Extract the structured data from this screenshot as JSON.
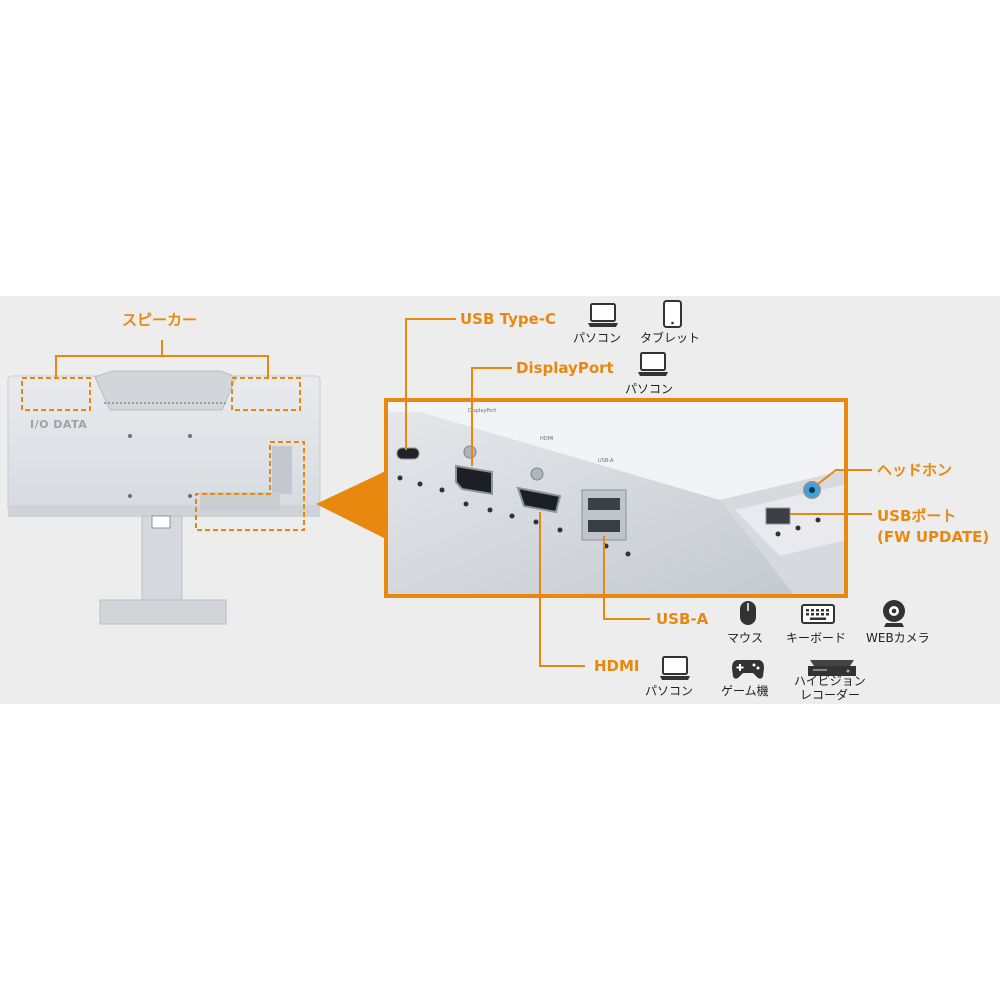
{
  "brand": "I/O DATA",
  "colors": {
    "accent": "#e8880f",
    "band": "#ededed",
    "monitor": "#dcdfe3",
    "port_panel": "#c9ced4"
  },
  "callouts": {
    "speaker": "スピーカー",
    "usb_type_c": "USB Type-C",
    "displayport": "DisplayPort",
    "hdmi": "HDMI",
    "usb_a": "USB-A",
    "headphone": "ヘッドホン",
    "usb_port_line1": "USBポート",
    "usb_port_line2": "(FW UPDATE)"
  },
  "panel_labels": {
    "displayport": "DisplayPort",
    "hdmi": "HDMI",
    "usb_a": "USB-A"
  },
  "devices": {
    "usb_type_c": [
      {
        "icon": "laptop-icon",
        "label": "パソコン"
      },
      {
        "icon": "tablet-icon",
        "label": "タブレット"
      }
    ],
    "displayport": [
      {
        "icon": "laptop-icon",
        "label": "パソコン"
      }
    ],
    "usb_a": [
      {
        "icon": "mouse-icon",
        "label": "マウス"
      },
      {
        "icon": "keyboard-icon",
        "label": "キーボード"
      },
      {
        "icon": "webcam-icon",
        "label": "WEBカメラ"
      }
    ],
    "hdmi": [
      {
        "icon": "laptop-icon",
        "label": "パソコン"
      },
      {
        "icon": "gamepad-icon",
        "label": "ゲーム機"
      },
      {
        "icon": "recorder-icon",
        "label_line1": "ハイビジョン",
        "label_line2": "レコーダー"
      }
    ]
  }
}
